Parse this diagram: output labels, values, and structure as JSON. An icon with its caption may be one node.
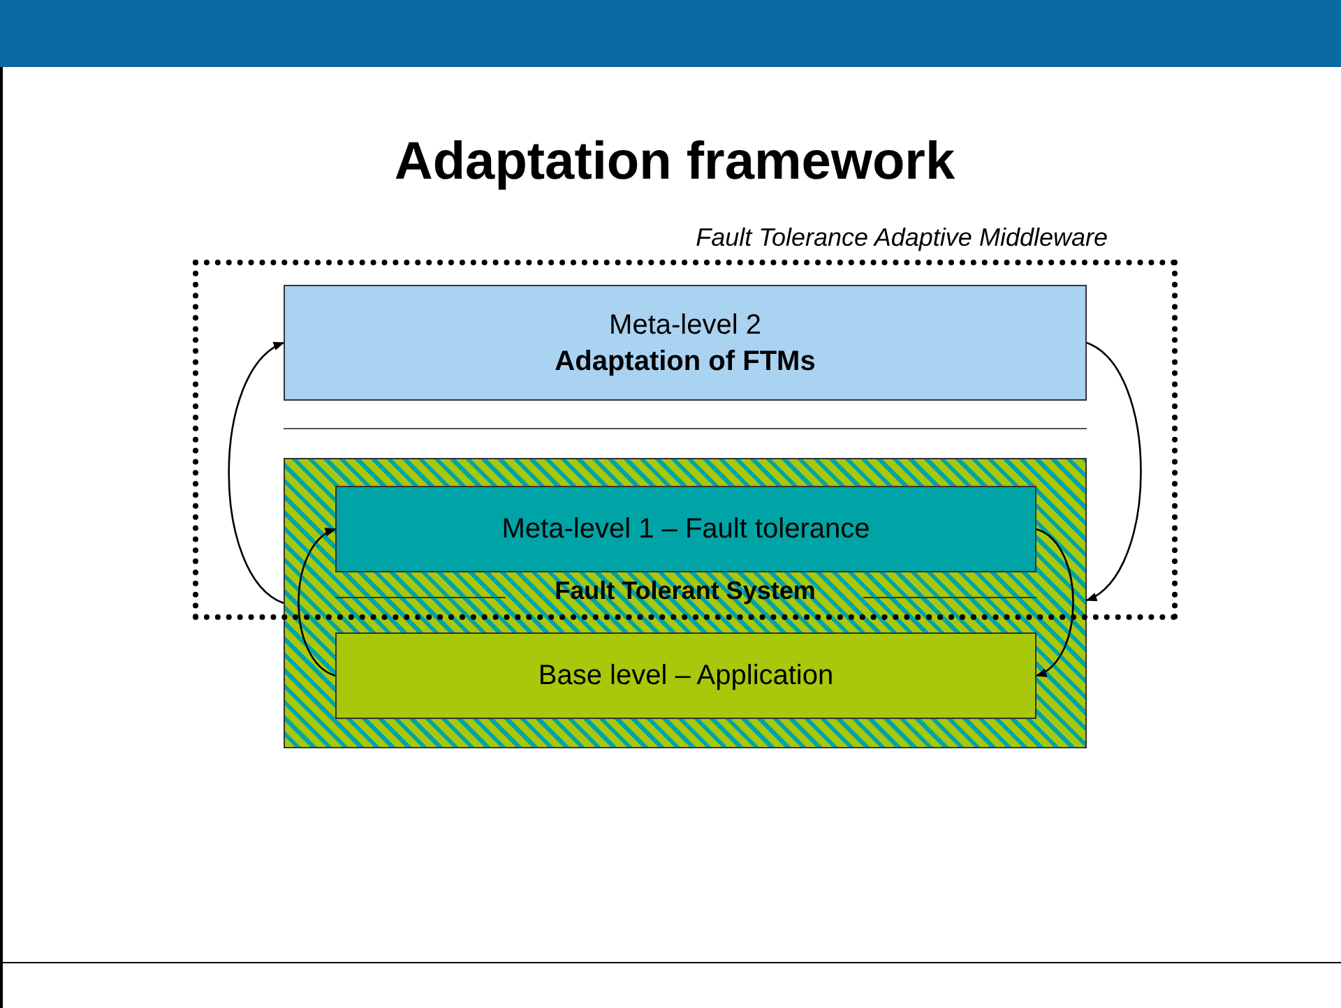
{
  "diagram": {
    "title": "Adaptation framework",
    "nodes": [
      {
        "text": [
          "Fault Tolerance Adaptive Middleware"
        ]
      },
      {
        "text": [
          "Meta-level 2",
          "Adaptation of FTMs"
        ],
        "in": 0
      },
      {
        "text": [
          "Fault Tolerant System"
        ]
      },
      {
        "text": [
          "Meta-level 1 – Fault tolerance"
        ]
      },
      {
        "text": [
          "Base level – Application"
        ],
        "in": 2
      }
    ],
    "edges": [
      {
        "from": 2,
        "to": 1,
        "arrow": "to"
      },
      {
        "from": 1,
        "to": 2,
        "arrow": "to"
      },
      {
        "from": 4,
        "to": 3,
        "arrow": "to"
      },
      {
        "from": 3,
        "to": 4,
        "arrow": "to"
      }
    ]
  }
}
